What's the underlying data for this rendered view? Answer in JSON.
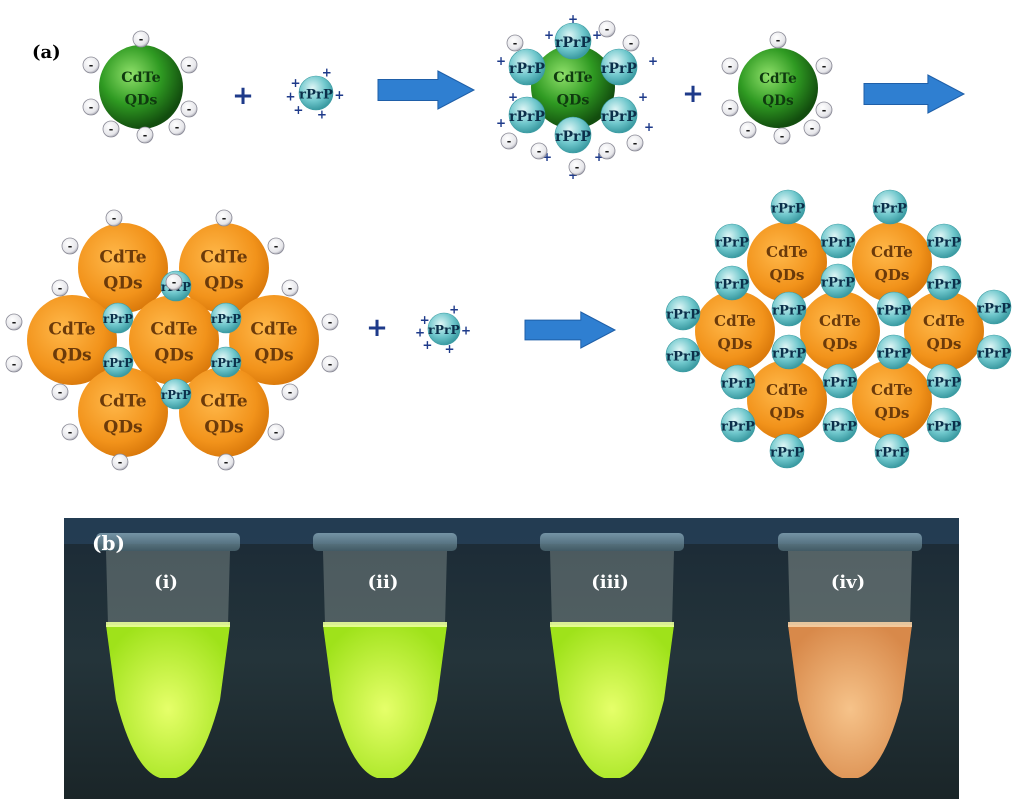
{
  "panel_a": {
    "label": "(a)",
    "qd_line1": "CdTe",
    "qd_line2": "QDs",
    "protein": "rPrP",
    "neg": "-",
    "pos": "+",
    "operator_plus": "+"
  },
  "panel_b": {
    "label": "(b)",
    "tubes": [
      {
        "label": "(i)",
        "color": "#c6ff2a"
      },
      {
        "label": "(ii)",
        "color": "#c8ff28"
      },
      {
        "label": "(iii)",
        "color": "#c2ff2c"
      },
      {
        "label": "(iv)",
        "color": "#e8a35c"
      }
    ]
  },
  "colors": {
    "green_qd": "#2f9a22",
    "orange_qd": "#f2931b",
    "protein": "#6fc7cc",
    "arrow": "#2f7fd1",
    "photo_bg": "#1e2a30"
  }
}
